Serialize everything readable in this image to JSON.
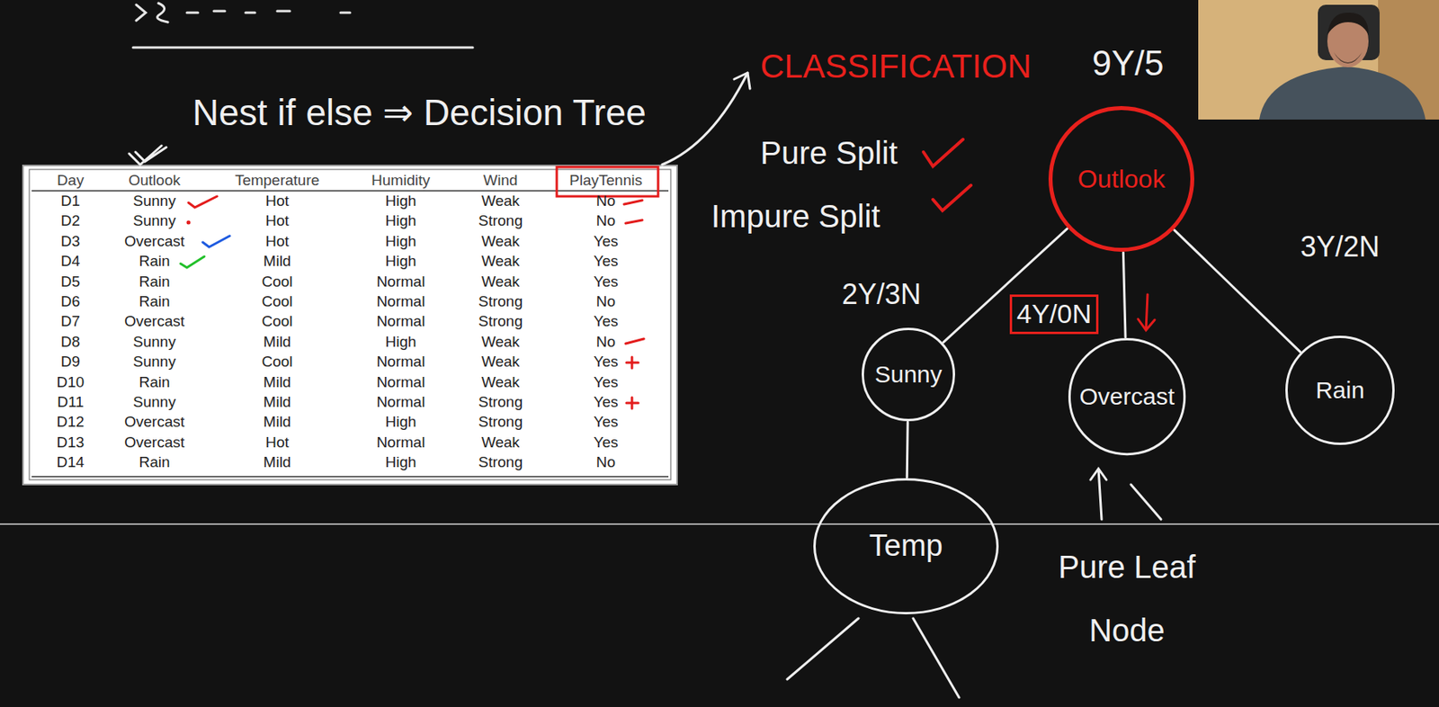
{
  "diagram": {
    "nodes": [
      {
        "text": [
          "Outlook"
        ]
      },
      {
        "text": [
          "Sunny"
        ]
      },
      {
        "text": [
          "Overcast"
        ]
      },
      {
        "text": [
          "Rain"
        ]
      },
      {
        "text": [
          "Temp"
        ]
      }
    ],
    "edges": [
      {
        "from": 0,
        "to": 1,
        "label": "2Y/3N",
        "arrow": "none"
      },
      {
        "from": 0,
        "to": 2,
        "label": "4Y/0N",
        "arrow": "none"
      },
      {
        "from": 0,
        "to": 3,
        "label": "3Y/2N",
        "arrow": "none"
      },
      {
        "from": 1,
        "to": 4,
        "arrow": "none"
      }
    ],
    "labels": [
      "Nest if else ⇒ Decision Tree",
      "CLASSIFICATION",
      "9Y/5",
      "Pure Split",
      "Impure Split",
      "Pure Leaf Node",
      "Day",
      "Outlook",
      "Temperature",
      "Humidity",
      "Wind",
      "PlayTennis",
      "D1",
      "Sunny",
      "Hot",
      "High",
      "Weak",
      "No",
      "D2",
      "Sunny",
      "Hot",
      "High",
      "Strong",
      "No",
      "D3",
      "Overcast",
      "Hot",
      "High",
      "Weak",
      "Yes",
      "D4",
      "Rain",
      "Mild",
      "High",
      "Weak",
      "Yes",
      "D5",
      "Rain",
      "Cool",
      "Normal",
      "Weak",
      "Yes",
      "D6",
      "Rain",
      "Cool",
      "Normal",
      "Strong",
      "No",
      "D7",
      "Overcast",
      "Cool",
      "Normal",
      "Strong",
      "Yes",
      "D8",
      "Sunny",
      "Mild",
      "High",
      "Weak",
      "No",
      "D9",
      "Sunny",
      "Cool",
      "Normal",
      "Weak",
      "Yes",
      "D10",
      "Rain",
      "Mild",
      "Normal",
      "Weak",
      "Yes",
      "D11",
      "Sunny",
      "Mild",
      "Normal",
      "Strong",
      "Yes",
      "D12",
      "Overcast",
      "Mild",
      "High",
      "Strong",
      "Yes",
      "D13",
      "Overcast",
      "Hot",
      "Normal",
      "Weak",
      "Yes",
      "D14",
      "Rain",
      "Mild",
      "High",
      "Strong",
      "No"
    ]
  }
}
